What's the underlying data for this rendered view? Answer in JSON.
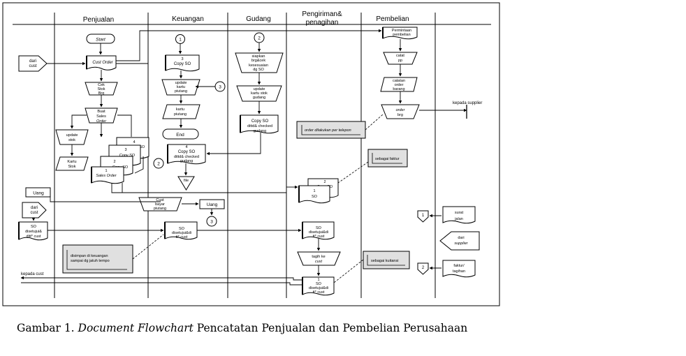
{
  "lanes": [
    "Penjualan",
    "Keuangan",
    "Gudang",
    "Pengiriman&",
    "penagihan",
    "Pembelian"
  ],
  "caption": {
    "label": "Gambar 1.",
    "italic": "Document Flowchart",
    "rest": "Pencatatan Penjualan dan Pembelian Perusahaan"
  },
  "shapes": {
    "start": "Start",
    "dari_cust_1": [
      "dari",
      "cust"
    ],
    "cust_order": "Cust Order",
    "cek_stok": [
      "Cek",
      "Stok",
      "Brg"
    ],
    "buat_so": [
      "Buat",
      "Sales",
      "Order"
    ],
    "update_stok": [
      "update",
      "stok"
    ],
    "kartu_stok": [
      "Kartu",
      "Stok"
    ],
    "so_stack": [
      "4",
      "Copy SO",
      "3",
      "Copy SO",
      "2",
      "Copy SO",
      "1",
      "Sales Order"
    ],
    "uang_1": "Uang",
    "dari_cust_2": [
      "dari",
      "cust"
    ],
    "so_disetujui_1": [
      "SO",
      "disetujui&",
      "ditt* cust"
    ],
    "ket_keuangan": [
      "disimpan di keuangan",
      "sampai dg jatuh tempo"
    ],
    "kepada_cust": "kepada cust",
    "keu_copy_so": [
      "3",
      "Copy SO"
    ],
    "update_kartu_piutang": [
      "update",
      "kartu",
      "piutang"
    ],
    "kartu_piutang": [
      "kartu",
      "piutang"
    ],
    "end": "End",
    "copy_so_4_dittd": [
      "4",
      "Copy SO",
      "dittd& checked",
      "gudang"
    ],
    "file": "file",
    "cust_bayar_piutang": [
      "Cust",
      "bayar",
      "piutang"
    ],
    "uang_2": "Uang",
    "keu_so_disetujui": [
      "SO",
      "disetujui&di",
      "tt* cust"
    ],
    "siapkan_brg": [
      "siapkan",
      "brg&cek",
      "kesesuaian",
      "dg SO"
    ],
    "update_kartu_stok_gudang": [
      "update",
      "kartu stok",
      "gudang"
    ],
    "gdg_copy_so": [
      "Copy SO",
      "dittd& checked",
      "gudang"
    ],
    "peng_so_stack": [
      "2",
      "Copy SO",
      "1",
      "SO"
    ],
    "peng_so_disetujui": [
      "SO",
      "disetujui&di",
      "tt* cust"
    ],
    "tagih_ke_cust": [
      "tagih ke",
      "cust"
    ],
    "peng_so_final": [
      "1",
      "SO",
      "disetujui&di",
      "tt* cust"
    ],
    "ket_faktur": "sebagai faktur",
    "ket_telepon": "order dilakukan per telepon",
    "ket_kuitansi": "sebagai kuitansi",
    "permintaan_pembelian": [
      "Permintaan",
      "pembelian"
    ],
    "catat_pp": [
      "catat",
      "pp"
    ],
    "catatan_order_barang": [
      "catatan",
      "order",
      "barang"
    ],
    "order_brg": [
      "order",
      "brg"
    ],
    "kepada_supplier": "kepada supplier",
    "surat_jalan": [
      "surat",
      "jalan"
    ],
    "dari_supplier": [
      "dari",
      "supplier"
    ],
    "faktur_tagihan": [
      "faktur/",
      "tagihan"
    ]
  },
  "connectors": [
    "1",
    "2",
    "3"
  ]
}
